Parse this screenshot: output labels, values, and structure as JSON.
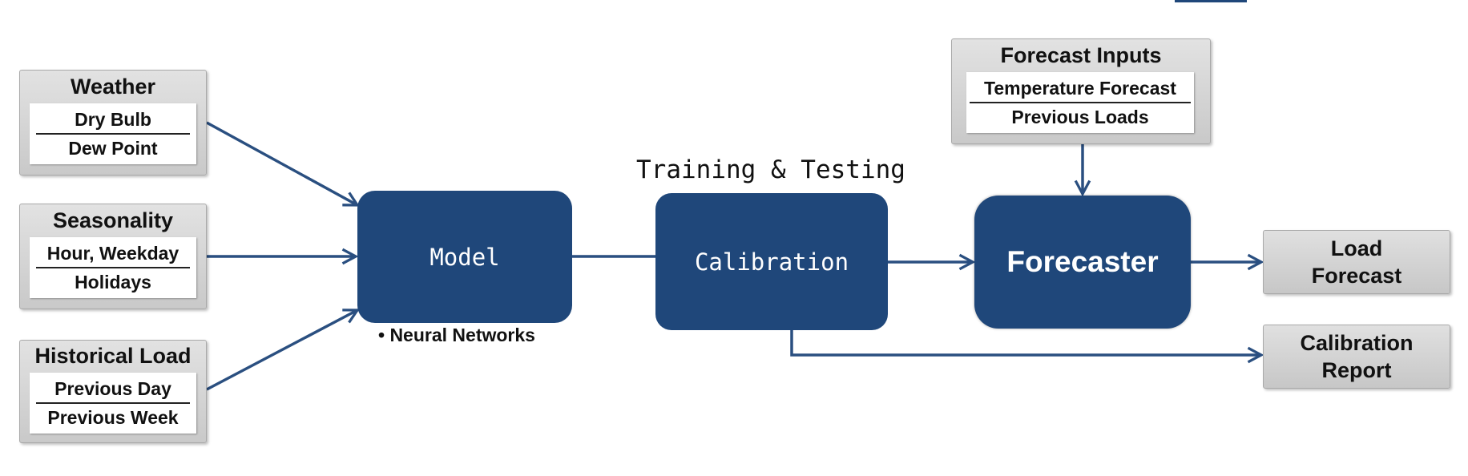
{
  "diagram": {
    "inputs": [
      {
        "title": "Weather",
        "items": [
          "Dry Bulb",
          "Dew Point"
        ]
      },
      {
        "title": "Seasonality",
        "items": [
          "Hour, Weekday",
          "Holidays"
        ]
      },
      {
        "title": "Historical Load",
        "items": [
          "Previous Day",
          "Previous Week"
        ]
      }
    ],
    "model": {
      "label": "Model",
      "note": "• Neural Networks"
    },
    "calibration": {
      "label": "Calibration",
      "heading": "Training & Testing"
    },
    "forecast_inputs": {
      "title": "Forecast Inputs",
      "items": [
        "Temperature Forecast",
        "Previous Loads"
      ]
    },
    "forecaster": {
      "label": "Forecaster"
    },
    "outputs": [
      {
        "line1": "Load",
        "line2": "Forecast"
      },
      {
        "line1": "Calibration",
        "line2": "Report"
      }
    ],
    "colors": {
      "box_blue": "#1f477a",
      "arrow": "#2a4f80"
    }
  }
}
